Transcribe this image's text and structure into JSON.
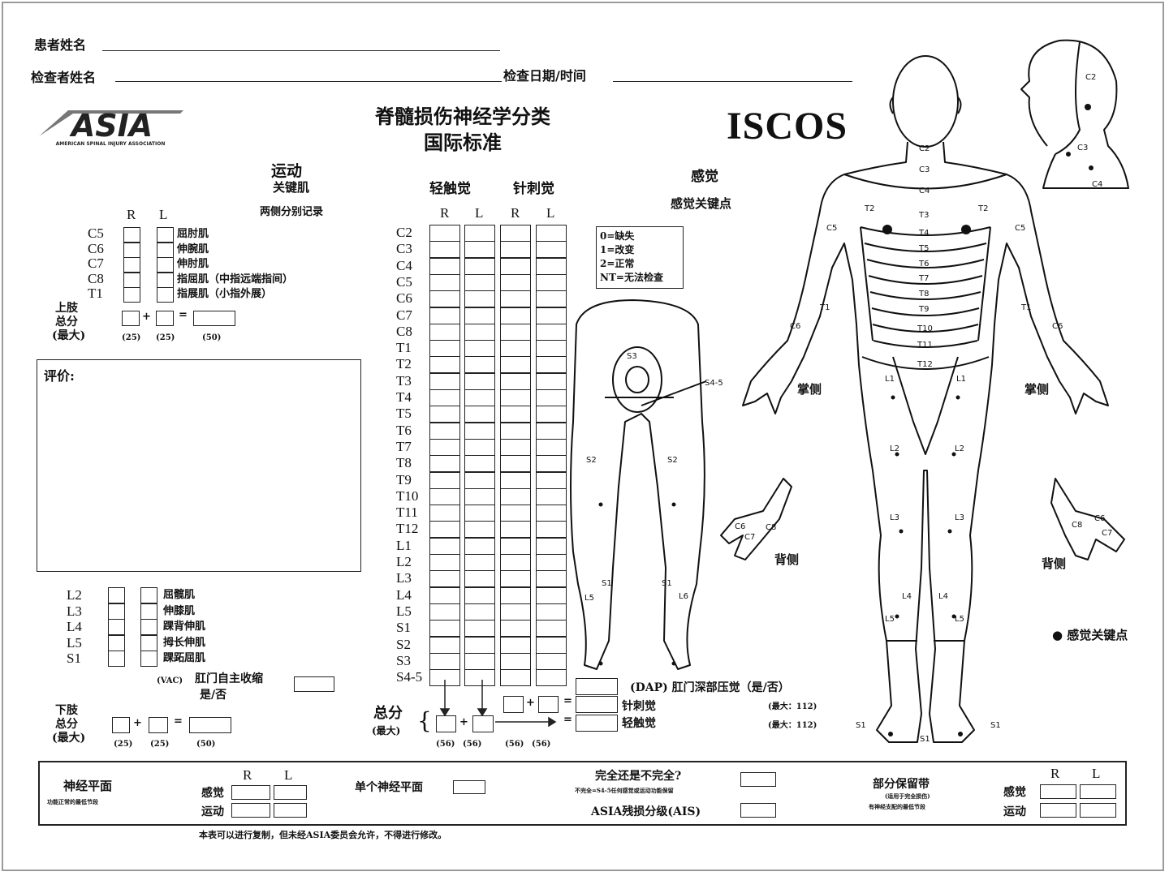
{
  "header": {
    "patient_name_label": "患者姓名",
    "examiner_name_label": "检查者姓名",
    "exam_date_label": "检查日期/时间",
    "title_line1": "脊髓损伤神经学分类",
    "title_line2": "国际标准",
    "asia_logo_text": "ASIA",
    "asia_logo_subtext": "AMERICAN SPINAL INJURY ASSOCIATION",
    "iscos_logo_text": "ISCOS"
  },
  "motor": {
    "title": "运动",
    "subtitle": "关键肌",
    "note": "两侧分别记录",
    "r_label": "R",
    "l_label": "L",
    "upper_rows": [
      {
        "segment": "C5",
        "muscle": "屈肘肌"
      },
      {
        "segment": "C6",
        "muscle": "伸腕肌"
      },
      {
        "segment": "C7",
        "muscle": "伸肘肌"
      },
      {
        "segment": "C8",
        "muscle": "指屈肌（中指远端指间）"
      },
      {
        "segment": "T1",
        "muscle": "指展肌（小指外展）"
      }
    ],
    "upper_total_label": [
      "上肢",
      "总分",
      "(最大)"
    ],
    "upper_max": [
      "(25)",
      "(25)",
      "(50)"
    ],
    "lower_rows": [
      {
        "segment": "L2",
        "muscle": "屈髋肌"
      },
      {
        "segment": "L3",
        "muscle": "伸膝肌"
      },
      {
        "segment": "L4",
        "muscle": "踝背伸肌"
      },
      {
        "segment": "L5",
        "muscle": "拇长伸肌"
      },
      {
        "segment": "S1",
        "muscle": "踝跖屈肌"
      }
    ],
    "vac_label": "(VAC)",
    "vac_text": "肛门自主收缩",
    "yes_no": "是/否",
    "lower_total_label": [
      "下肢",
      "总分",
      "(最大)"
    ],
    "lower_max": [
      "(25)",
      "(25)",
      "(50)"
    ],
    "plus": "+",
    "equals": "="
  },
  "comments": {
    "label": "评价:"
  },
  "sensory": {
    "light_touch": "轻触觉",
    "pin_prick": "针刺觉",
    "title": "感觉",
    "key_points": "感觉关键点",
    "columns": [
      "R",
      "L",
      "R",
      "L"
    ],
    "segments": [
      "C2",
      "C3",
      "C4",
      "C5",
      "C6",
      "C7",
      "C8",
      "T1",
      "T2",
      "T3",
      "T4",
      "T5",
      "T6",
      "T7",
      "T8",
      "T9",
      "T10",
      "T11",
      "T12",
      "L1",
      "L2",
      "L3",
      "L4",
      "L5",
      "S1",
      "S2",
      "S3",
      "S4-5"
    ],
    "legend": [
      "0=缺失",
      "1=改变",
      "2=正常",
      "NT=无法检查"
    ],
    "total_label": "总分",
    "total_max_label": "(最大)",
    "max_values": [
      "(56)",
      "(56)",
      "(56)",
      "(56)"
    ],
    "dap_label": "(DAP) 肛门深部压觉（是/否）",
    "pin_prick_total": "针刺觉",
    "light_touch_total": "轻触觉",
    "max_112_a": "(最大：112)",
    "max_112_b": "(最大：112)",
    "key_point_legend": "● 感觉关键点"
  },
  "diagram_labels": {
    "front": [
      "C2",
      "C3",
      "C4",
      "T2",
      "T2",
      "T3",
      "T4",
      "T5",
      "T6",
      "T7",
      "T8",
      "T9",
      "T10",
      "T11",
      "T12",
      "C5",
      "C5",
      "T1",
      "T1",
      "C6",
      "C6",
      "L1",
      "L1",
      "L2",
      "L2",
      "L3",
      "L3",
      "L4",
      "L4",
      "L5",
      "L5",
      "S1",
      "S1",
      "S1"
    ],
    "palm": [
      "掌侧",
      "掌侧"
    ],
    "dorsum": [
      "背侧",
      "背侧"
    ],
    "back": [
      "S3",
      "S4-5",
      "S2",
      "S2",
      "S1",
      "S1",
      "L5",
      "L6"
    ],
    "head": [
      "C2",
      "C3",
      "C4"
    ],
    "hand": [
      "C6",
      "C7",
      "C8",
      "C6",
      "C7",
      "C8"
    ]
  },
  "footer": {
    "neuro_level": "神经平面",
    "neuro_level_note": "功能正常的最低节段",
    "r_label": "R",
    "l_label": "L",
    "sensory": "感觉",
    "motor": "运动",
    "single_level": "单个神经平面",
    "complete_question": "完全还是不完全?",
    "complete_note": "不完全=S4-5任何感觉或运动功能保留",
    "ais": "ASIA残损分级(AIS)",
    "zpp": "部分保留带",
    "zpp_note1": "(适用于完全损伤)",
    "zpp_note2": "有神经支配的最低节段",
    "sensory2": "感觉",
    "motor2": "运动",
    "copyright": "本表可以进行复制，但未经ASIA委员会允许，不得进行修改。"
  }
}
